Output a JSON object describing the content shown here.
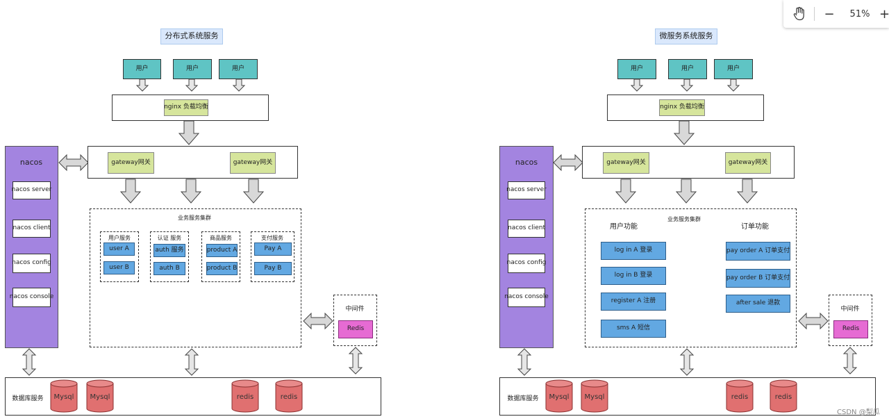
{
  "left": {
    "title": "分布式系统服务",
    "users": [
      "用户",
      "用户",
      "用户"
    ],
    "nginx": "nginx 负载均衡",
    "gateways": [
      "gateway网关",
      "gateway网关"
    ],
    "nacos": {
      "title": "nacos",
      "items": [
        "nacos  server",
        "nacos  client",
        "nacos  config",
        "nacos  console"
      ]
    },
    "cluster": {
      "title": "业务服务集群",
      "groups": [
        {
          "title": "用户服务",
          "items": [
            "user A",
            "user B"
          ]
        },
        {
          "title": "认证 服务",
          "items": [
            "auth 服务",
            "auth B"
          ]
        },
        {
          "title": "商品服务",
          "items": [
            "product A",
            "product B"
          ]
        },
        {
          "title": "支付服务",
          "items": [
            "Pay A",
            "Pay B"
          ]
        }
      ]
    },
    "middleware": {
      "title": "中间件",
      "item": "Redis"
    },
    "db": {
      "label": "数据库服务",
      "items": [
        "Mysql",
        "Mysql",
        "redis",
        "redis"
      ]
    }
  },
  "right": {
    "title": "微服务系统服务",
    "users": [
      "用户",
      "用户",
      "用户"
    ],
    "nginx": "nginx 负载均衡",
    "gateways": [
      "gateway网关",
      "gateway网关"
    ],
    "nacos": {
      "title": "nacos",
      "items": [
        "nacos  server",
        "nacos  client",
        "nacos  config",
        "nacos  console"
      ]
    },
    "cluster": {
      "title": "业务服务集群",
      "user_func": "用户功能",
      "order_func": "订单功能",
      "left_items": [
        "log in A  登录",
        "log in B  登录",
        "register A 注册",
        "sms A 短信"
      ],
      "right_items": [
        "pay order A  订单支付",
        "pay order B  订单支付",
        "after sale  退款"
      ]
    },
    "middleware": {
      "title": "中间件",
      "item": "Redis"
    },
    "db": {
      "label": "数据库服务",
      "items": [
        "Mysql",
        "Mysql",
        "redis",
        "redis"
      ]
    }
  },
  "toolbar": {
    "zoom": "51%",
    "minus": "−",
    "plus": "+"
  },
  "watermark": "CSDN @梨瓜",
  "colors": {
    "user": "#5fc4c4",
    "gateway": "#d6e59c",
    "nacos": "#a384e0",
    "service": "#62a8e2",
    "redis_mw": "#e66bd3",
    "db": "#e07070",
    "title_bg": "#dae8fc"
  }
}
